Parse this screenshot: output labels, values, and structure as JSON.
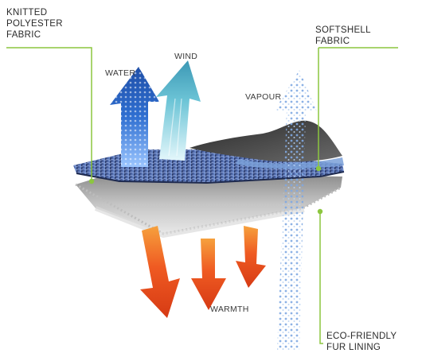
{
  "labels": {
    "knitted": [
      "KNITTED",
      "POLYESTER",
      "FABRIC"
    ],
    "softshell": [
      "SOFTSHELL",
      "FABRIC"
    ],
    "eco": [
      "ECO-FRIENDLY",
      "FUR LINING"
    ],
    "water": "WATER",
    "wind": "WIND",
    "vapour": "VAPOUR",
    "warmth": "WARMTH"
  },
  "colors": {
    "callout": "#8cc63f",
    "water": "#2f6fd1",
    "wind": "#4fb6c9",
    "vapour": "#a9c8ef",
    "warmth": "#f05a22",
    "knit": "#3d4f86",
    "softshell": "#3b3b3b",
    "fur": "#c9c9c9"
  }
}
